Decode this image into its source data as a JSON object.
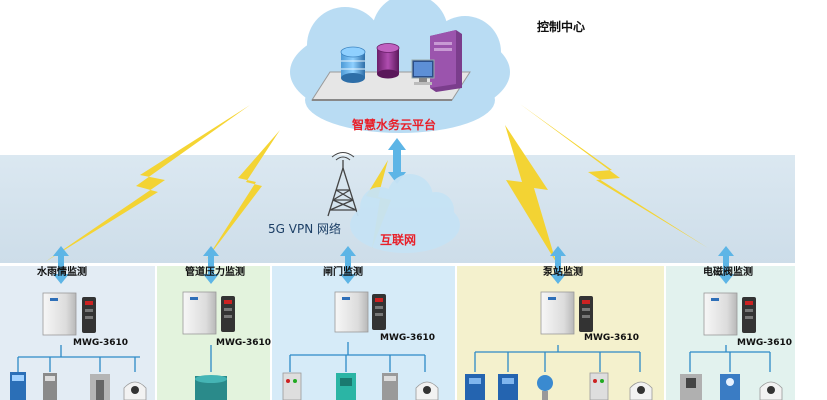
{
  "header": {
    "control_center": "控制中心"
  },
  "cloud": {
    "platform": "智慧水务云平台"
  },
  "network": {
    "vpn": "5G VPN 网络",
    "internet": "互联网"
  },
  "sections": [
    {
      "label": "水雨情监测",
      "model": "MWG-3610"
    },
    {
      "label": "管道压力监测",
      "model": "MWG-3610"
    },
    {
      "label": "闸门监测",
      "model": "MWG-3610"
    },
    {
      "label": "泵站监测",
      "model": "MWG-3610"
    },
    {
      "label": "电磁阀监测",
      "model": "MWG-3610"
    }
  ],
  "colors": {
    "band": "#d3e2ec",
    "panel_1": "#e3ecf4",
    "panel_2": "#e3f3dd",
    "panel_3": "#d6ebf8",
    "panel_4": "#f4f1cd",
    "panel_5": "#e2f2ee",
    "cloud": "#b9dcf3",
    "arrow": "#5db5e6",
    "bolt": "#f5d32a",
    "title_red": "#e8202a",
    "bus": "#2d8ac7"
  }
}
